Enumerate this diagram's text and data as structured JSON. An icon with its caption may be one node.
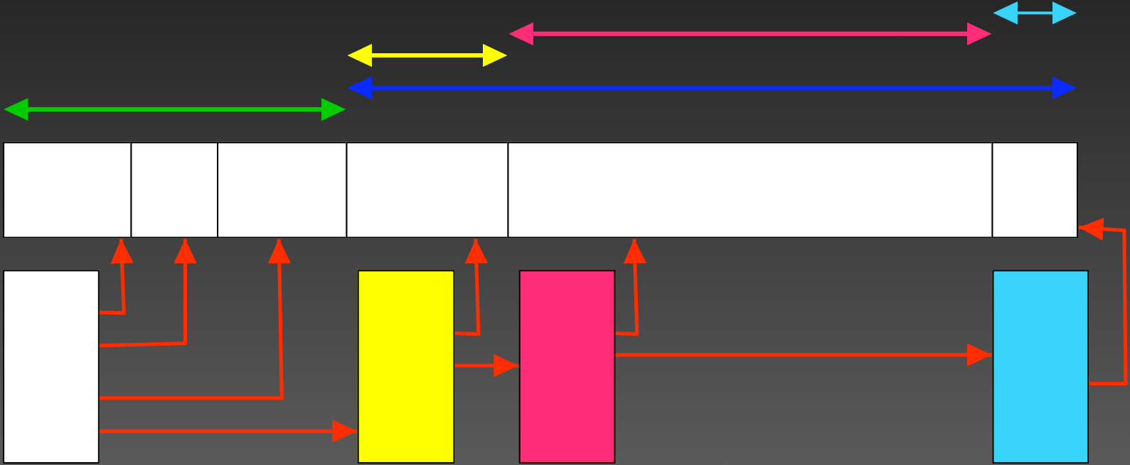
{
  "diagram": {
    "nodes": [
      {
        "text": [],
        "shape": "box"
      },
      {
        "text": [],
        "shape": "box"
      },
      {
        "text": [],
        "shape": "box"
      },
      {
        "text": [],
        "shape": "box"
      },
      {
        "text": [],
        "shape": "box"
      },
      {
        "text": [],
        "shape": "box"
      },
      {
        "text": [],
        "shape": "box"
      },
      {
        "text": [],
        "shape": "box"
      },
      {
        "text": [],
        "shape": "box"
      },
      {
        "text": [],
        "shape": "box"
      }
    ],
    "edges": [
      {
        "from": 6,
        "to": 0,
        "arrow": "to"
      },
      {
        "from": 6,
        "to": 1,
        "arrow": "to"
      },
      {
        "from": 6,
        "to": 2,
        "arrow": "to"
      },
      {
        "from": 6,
        "to": 7,
        "arrow": "to"
      },
      {
        "from": 7,
        "to": 3,
        "arrow": "to"
      },
      {
        "from": 7,
        "to": 8,
        "arrow": "to"
      },
      {
        "from": 8,
        "to": 4,
        "arrow": "to"
      },
      {
        "from": 8,
        "to": 9,
        "arrow": "to"
      },
      {
        "from": 9,
        "to": 5,
        "arrow": "to"
      }
    ]
  }
}
